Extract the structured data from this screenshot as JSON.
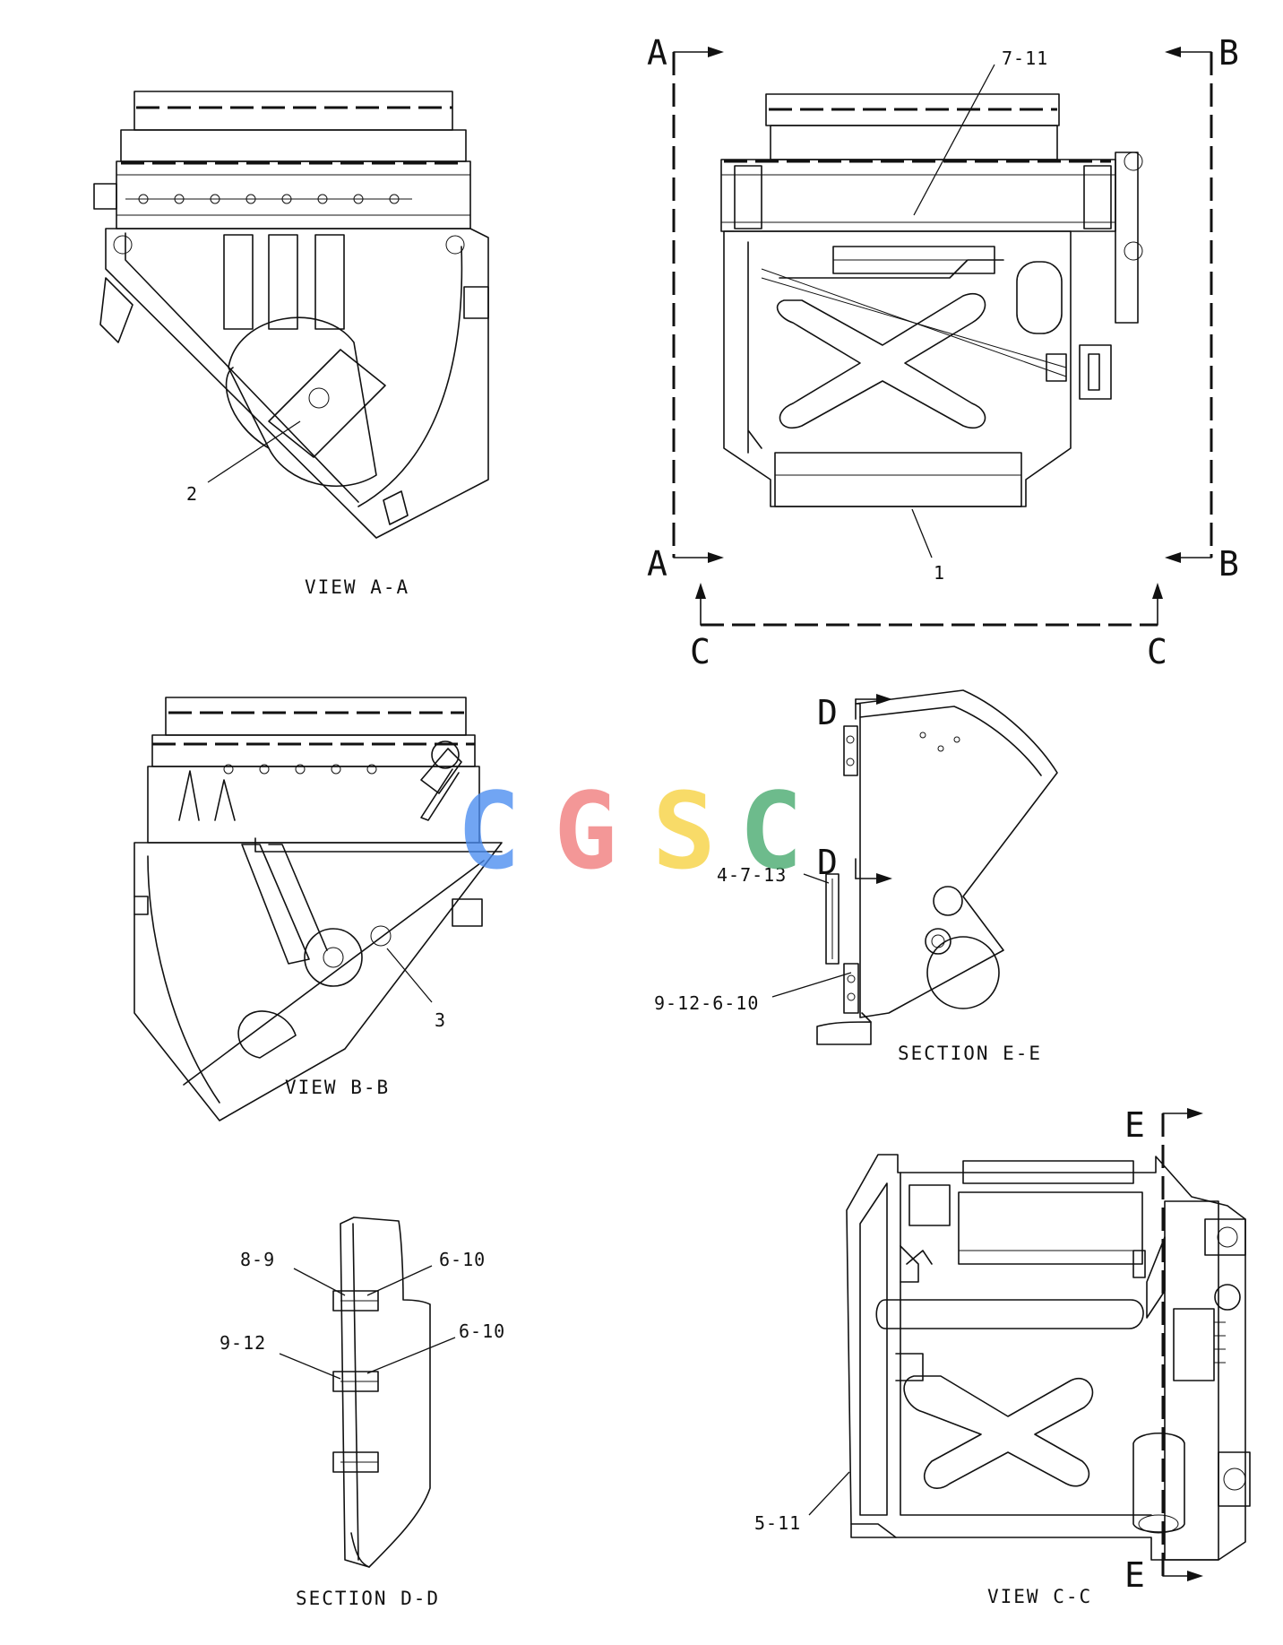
{
  "views": {
    "view_aa": {
      "title": "VIEW  A-A"
    },
    "view_bb": {
      "title": "VIEW  B-B"
    },
    "view_cc": {
      "title": "VIEW  C-C"
    },
    "section_dd": {
      "title": "SECTION  D-D"
    },
    "section_ee": {
      "title": "SECTION  E-E"
    }
  },
  "section_markers": {
    "a": "A",
    "b": "B",
    "c": "C",
    "d": "D",
    "e": "E"
  },
  "callouts": {
    "main_1": "1",
    "main_7_11": "7-11",
    "aa_2": "2",
    "bb_3": "3",
    "ee_4_7_13": "4-7-13",
    "ee_9_12_6_10": "9-12-6-10",
    "dd_8_9": "8-9",
    "dd_6_10_top": "6-10",
    "dd_9_12": "9-12",
    "dd_6_10_bottom": "6-10",
    "cc_5_11": "5-11"
  },
  "watermark": {
    "letters": [
      "C",
      "G",
      "S",
      "C"
    ],
    "colors": [
      "#4a8cf0",
      "#f07b7b",
      "#f7d23e",
      "#45a96c"
    ]
  }
}
